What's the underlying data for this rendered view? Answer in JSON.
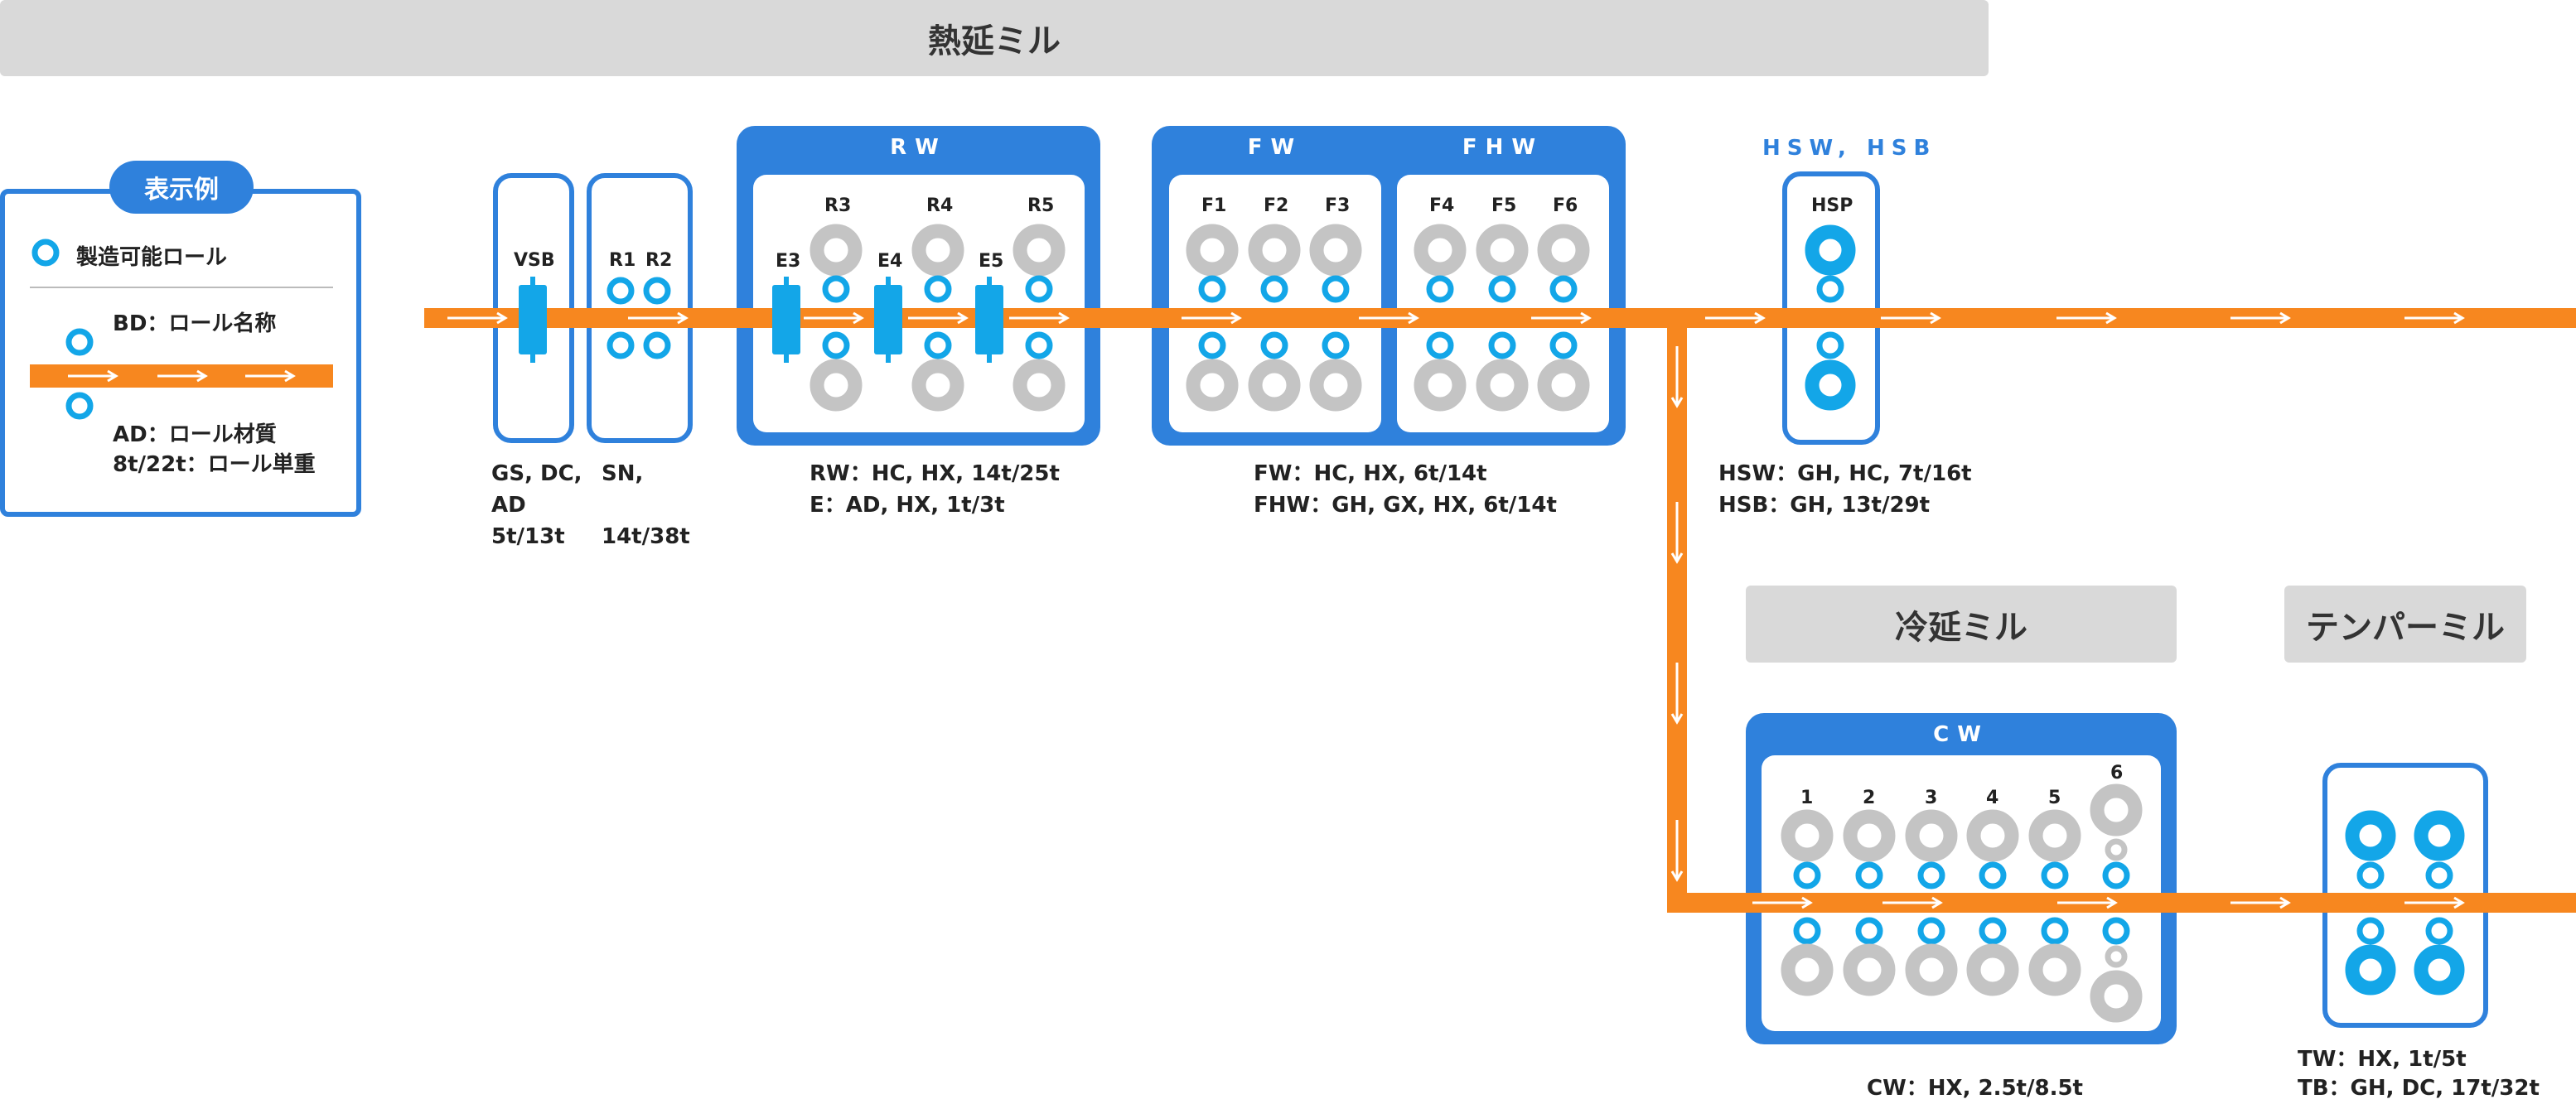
{
  "hot_mill": {
    "title": "熱延ミル"
  },
  "cold_mill": {
    "title": "冷延ミル"
  },
  "temper_mill": {
    "title": "テンパーミル"
  },
  "legend": {
    "title": "表示例",
    "available_roll": "製造可能ロール",
    "bd_label": "BD：ロール名称",
    "ad_label": "AD：ロール材質",
    "weight_label": "8t/22t：ロール単重"
  },
  "stands": {
    "vsb": {
      "label": "VSB",
      "info": [
        "GS, DC,",
        "AD",
        "5t/13t"
      ]
    },
    "r12": {
      "r1": "R1",
      "r2": "R2",
      "info": [
        "SN,",
        "",
        "14t/38t"
      ]
    },
    "rw": {
      "title": "RW",
      "r3": "R3",
      "r4": "R4",
      "r5": "R5",
      "e3": "E3",
      "e4": "E4",
      "e5": "E5",
      "info": [
        "RW：HC, HX, 14t/25t",
        "E：AD, HX, 1t/3t"
      ]
    },
    "fw": {
      "title": "FW",
      "stands": [
        "F1",
        "F2",
        "F3"
      ]
    },
    "fhw": {
      "title": "FHW",
      "stands": [
        "F4",
        "F5",
        "F6"
      ]
    },
    "fw_info": [
      "FW：HC, HX, 6t/14t",
      "FHW：GH, GX, HX, 6t/14t"
    ],
    "hs": {
      "title": "HSW, HSB",
      "label": "HSP",
      "info": [
        "HSW：GH, HC, 7t/16t",
        "HSB：GH, 13t/29t"
      ]
    },
    "cw": {
      "title": "CW",
      "stands": [
        "1",
        "2",
        "3",
        "4",
        "5",
        "6"
      ],
      "info": "CW：HX, 2.5t/8.5t"
    },
    "tw": {
      "info": [
        "TW：HX, 1t/5t",
        "TB：GH, DC, 17t/32t"
      ]
    }
  },
  "colors": {
    "line": "#f7871f",
    "blue": "#2f81dc",
    "cyan": "#13a6e8",
    "gray": "#c4c4c4",
    "banner": "#d9d9d9"
  }
}
